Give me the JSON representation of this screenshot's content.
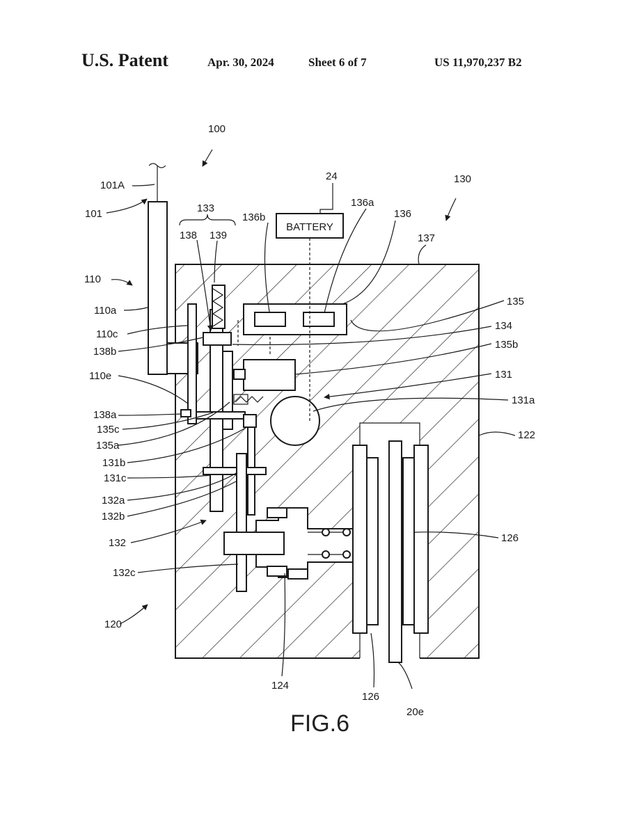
{
  "header": {
    "patent": "U.S. Patent",
    "date": "Apr. 30, 2024",
    "sheet": "Sheet 6 of 7",
    "number": "US 11,970,237 B2"
  },
  "figure": {
    "caption": "FIG.6",
    "battery_label": "BATTERY",
    "labels": {
      "l100": "100",
      "l101A": "101A",
      "l101": "101",
      "l110": "110",
      "l110a": "110a",
      "l110c": "110c",
      "l110e": "110e",
      "l133": "133",
      "l138": "138",
      "l139": "139",
      "l136b": "136b",
      "l24": "24",
      "l136a": "136a",
      "l136": "136",
      "l130": "130",
      "l137": "137",
      "l135": "135",
      "l134": "134",
      "l135b": "135b",
      "l138b": "138b",
      "l131": "131",
      "l131a": "131a",
      "l138a": "138a",
      "l135c": "135c",
      "l135a": "135a",
      "l122": "122",
      "l131b": "131b",
      "l131c": "131c",
      "l132a": "132a",
      "l132b": "132b",
      "l126r": "126",
      "l132": "132",
      "l132c": "132c",
      "l120": "120",
      "l124": "124",
      "l126b": "126",
      "l20e": "20e"
    }
  }
}
